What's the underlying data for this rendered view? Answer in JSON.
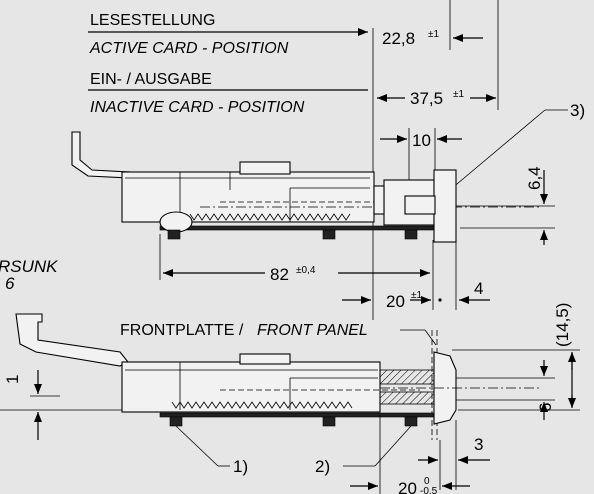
{
  "labels": {
    "lesestellung": "LESESTELLUNG",
    "active_card": "ACTIVE CARD - POSITION",
    "ein_ausgabe": "EIN- / AUSGABE",
    "inactive_card": "INACTIVE CARD - POSITION",
    "frontplatte": "FRONTPLATTE / ",
    "front_panel": "FRONT PANEL",
    "rsunk": "RSUNK",
    "six": "6"
  },
  "dimensions": {
    "d22_8": "22,8",
    "d22_8_tol": "±1",
    "d37_5": "37,5",
    "d37_5_tol": "±1",
    "d10": "10",
    "d6_4": "6,4",
    "d82": "82",
    "d82_tol": "±0,4",
    "d20a": "20",
    "d20a_tol": "±1",
    "d4": "4",
    "d14_5": "(14,5)",
    "d1": "1",
    "d6": "6",
    "d3": "3",
    "d20b": "20",
    "d20b_tol_top": "0",
    "d20b_tol_bot": "-0,5"
  },
  "callouts": {
    "c1": "1)",
    "c2": "2)",
    "c3": "3)"
  }
}
